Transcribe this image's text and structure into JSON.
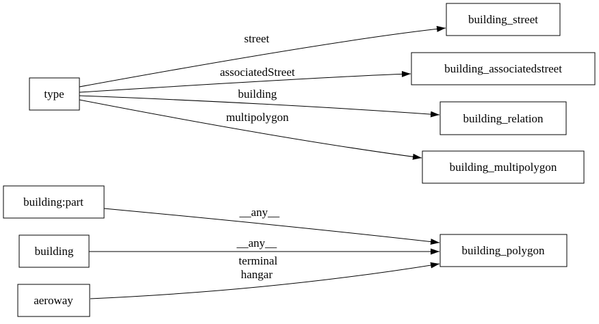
{
  "diagram": {
    "background_color": "#ffffff",
    "line_color": "#000000",
    "text_color": "#000000",
    "nodes": {
      "type": {
        "label": "type"
      },
      "building_street": {
        "label": "building_street"
      },
      "building_associatedstreet": {
        "label": "building_associatedstreet"
      },
      "building_relation": {
        "label": "building_relation"
      },
      "building_multipolygon": {
        "label": "building_multipolygon"
      },
      "building_polygon": {
        "label": "building_polygon"
      },
      "building_part": {
        "label": "building:part"
      },
      "building_key": {
        "label": "building"
      },
      "aeroway": {
        "label": "aeroway"
      }
    },
    "edges": [
      {
        "from": "type",
        "to": "building_street",
        "label": "street"
      },
      {
        "from": "type",
        "to": "building_associatedstreet",
        "label": "associatedStreet"
      },
      {
        "from": "type",
        "to": "building_relation",
        "label": "building"
      },
      {
        "from": "type",
        "to": "building_multipolygon",
        "label": "multipolygon"
      },
      {
        "from": "building:part",
        "to": "building_polygon",
        "label": "__any__"
      },
      {
        "from": "building",
        "to": "building_polygon",
        "label": "__any__"
      },
      {
        "from": "aeroway",
        "to": "building_polygon",
        "label_lines": [
          "terminal",
          "hangar"
        ]
      }
    ]
  }
}
